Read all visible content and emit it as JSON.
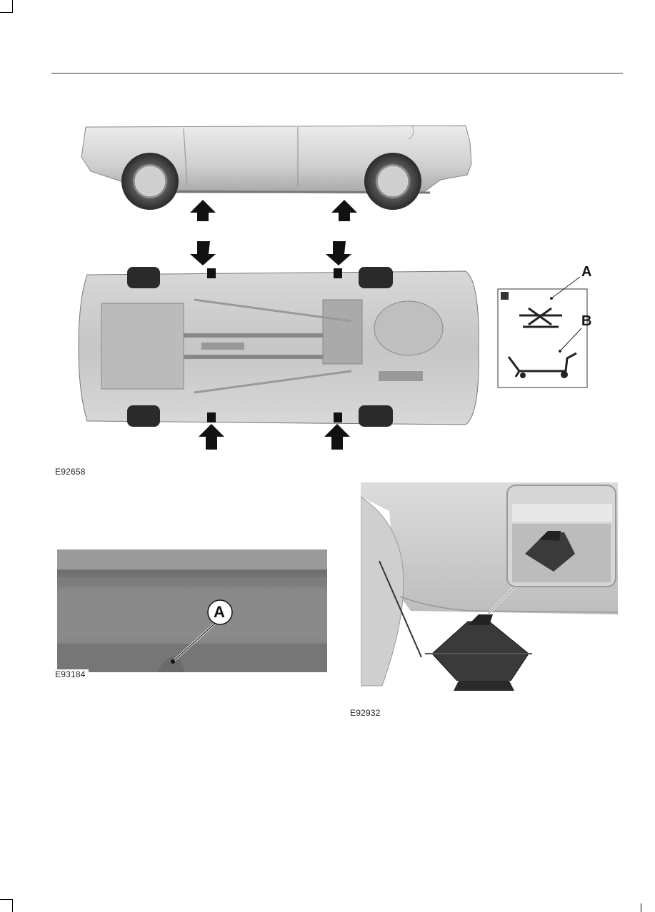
{
  "figures": {
    "jack_points": {
      "code": "E92658",
      "inset": {
        "label_a": "A",
        "label_b": "B"
      }
    },
    "jack_notch": {
      "code": "E93184",
      "label_a": "A"
    },
    "jack_lift": {
      "code": "E92932"
    }
  },
  "colors": {
    "arrow": "#111111",
    "car_body": "#d4d4d4",
    "line": "#333333"
  }
}
